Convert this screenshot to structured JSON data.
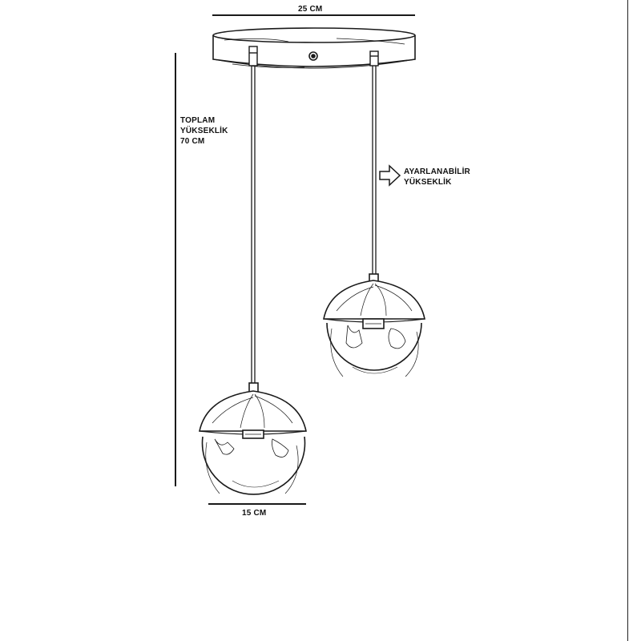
{
  "dimensions": {
    "width_top": "25 CM",
    "width_bottom": "15 CM",
    "total_height": [
      "TOPLAM",
      "YÜKSEKLİK",
      "70 CM"
    ],
    "adjustable": [
      "AYARLANABİLİR",
      "YÜKSEKLİK"
    ]
  },
  "colors": {
    "line": "#1a1a1a",
    "background": "#ffffff"
  },
  "icons": {
    "arrow": "right-arrow-icon"
  }
}
